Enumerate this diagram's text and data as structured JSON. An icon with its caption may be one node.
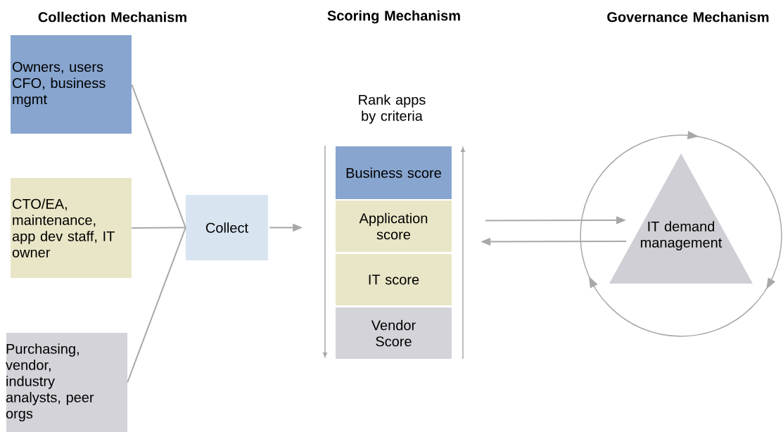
{
  "diagram": {
    "nodes": [
      {
        "text": [
          "Owners, users CFO, business mgmt"
        ]
      },
      {
        "text": [
          "CTO/EA, maintenance, app dev staff, IT owner"
        ]
      },
      {
        "text": [
          "Purchasing, vendor, industry analysts, peer orgs"
        ]
      },
      {
        "text": [
          "Collect"
        ]
      },
      {
        "text": [
          "Business score"
        ]
      },
      {
        "text": [
          "Application score"
        ]
      },
      {
        "text": [
          "IT score"
        ]
      },
      {
        "text": [
          "Vendor Score"
        ]
      },
      {
        "text": [
          "IT demand management"
        ]
      }
    ],
    "edges": [
      {
        "from": 0,
        "to": 3,
        "arrow": "none"
      },
      {
        "from": 1,
        "to": 3,
        "arrow": "none"
      },
      {
        "from": 2,
        "to": 3,
        "arrow": "none"
      },
      {
        "from": 3,
        "to": null,
        "arrow": "to"
      },
      {
        "from": 5,
        "to": 8,
        "arrow": "to"
      },
      {
        "from": 8,
        "to": 5,
        "arrow": "to"
      }
    ],
    "labels": [
      "Collection Mechanism",
      "Scoring Mechanism",
      "Governance Mechanism",
      "Rank apps by criteria"
    ]
  }
}
